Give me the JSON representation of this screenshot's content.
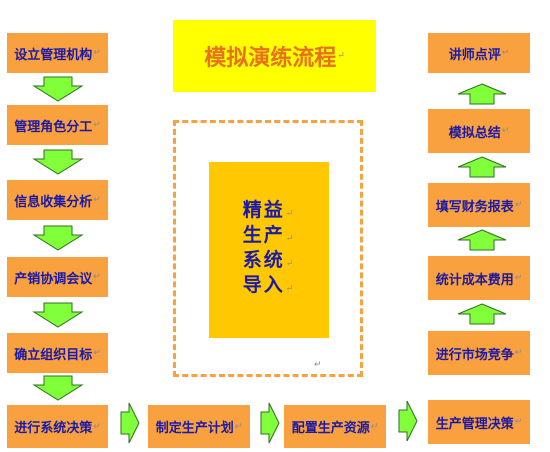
{
  "title": "模拟演练流程",
  "center_lines": [
    "精益",
    "生产",
    "系统",
    "导入"
  ],
  "left_column": [
    "设立管理机构",
    "管理角色分工",
    "信息收集分析",
    "产销协调会议",
    "确立组织目标",
    "进行系统决策"
  ],
  "bottom_row": [
    "制定生产计划",
    "配置生产资源"
  ],
  "right_column": [
    "生产管理决策",
    "进行市场竞争",
    "统计成本费用",
    "填写财务报表",
    "模拟总结",
    "讲师点评"
  ],
  "paragraph_mark": "↵",
  "colors": {
    "box_fill": "#f9a03f",
    "box_text": "#1a1aa6",
    "title_fill": "#ffff00",
    "title_text": "#e8711a",
    "center_fill": "#ffc800",
    "arrow_fill": "#80ff3a",
    "arrow_stroke": "#2f6f1f",
    "dashed_border": "#f9a03f"
  }
}
